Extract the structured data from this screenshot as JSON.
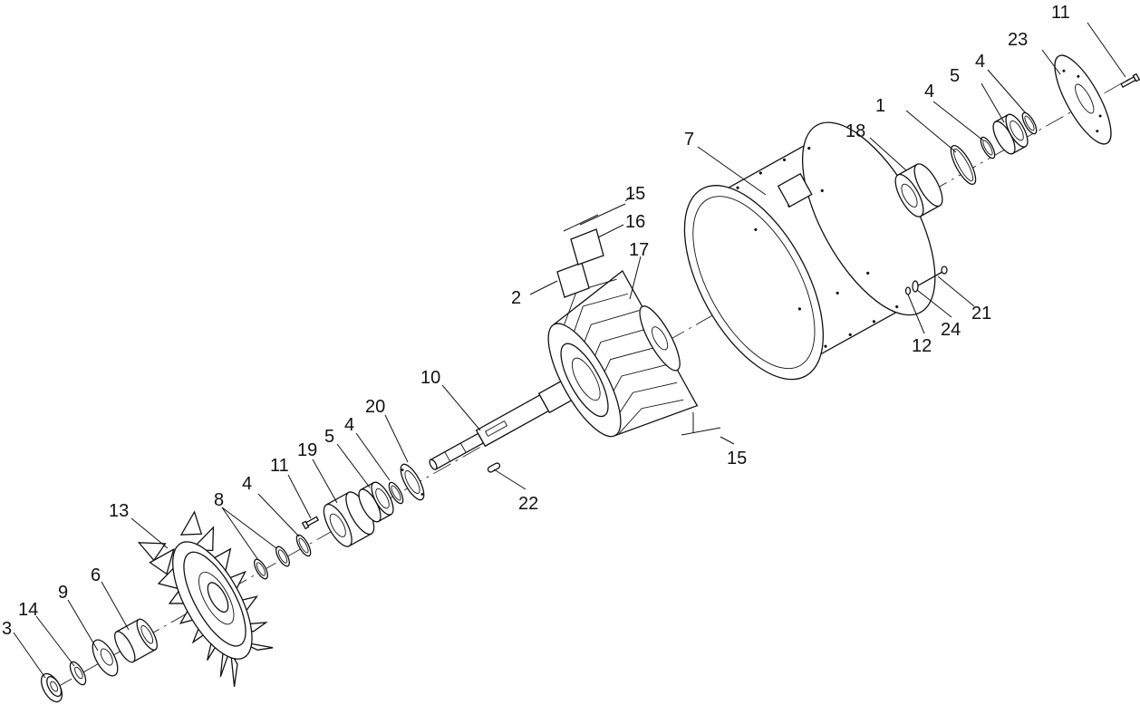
{
  "callouts": [
    {
      "id": "c1",
      "text": "1"
    },
    {
      "id": "c2",
      "text": "2"
    },
    {
      "id": "c3",
      "text": "3"
    },
    {
      "id": "c4a",
      "text": "4"
    },
    {
      "id": "c4b",
      "text": "4"
    },
    {
      "id": "c4c",
      "text": "4"
    },
    {
      "id": "c4d",
      "text": "4"
    },
    {
      "id": "c5a",
      "text": "5"
    },
    {
      "id": "c5b",
      "text": "5"
    },
    {
      "id": "c6",
      "text": "6"
    },
    {
      "id": "c7",
      "text": "7"
    },
    {
      "id": "c8",
      "text": "8"
    },
    {
      "id": "c9",
      "text": "9"
    },
    {
      "id": "c10",
      "text": "10"
    },
    {
      "id": "c11a",
      "text": "11"
    },
    {
      "id": "c11b",
      "text": "11"
    },
    {
      "id": "c12",
      "text": "12"
    },
    {
      "id": "c13",
      "text": "13"
    },
    {
      "id": "c14",
      "text": "14"
    },
    {
      "id": "c15a",
      "text": "15"
    },
    {
      "id": "c15b",
      "text": "15"
    },
    {
      "id": "c16",
      "text": "16"
    },
    {
      "id": "c17",
      "text": "17"
    },
    {
      "id": "c18",
      "text": "18"
    },
    {
      "id": "c19",
      "text": "19"
    },
    {
      "id": "c20",
      "text": "20"
    },
    {
      "id": "c21",
      "text": "21"
    },
    {
      "id": "c22",
      "text": "22"
    },
    {
      "id": "c23",
      "text": "23"
    },
    {
      "id": "c24",
      "text": "24"
    }
  ]
}
